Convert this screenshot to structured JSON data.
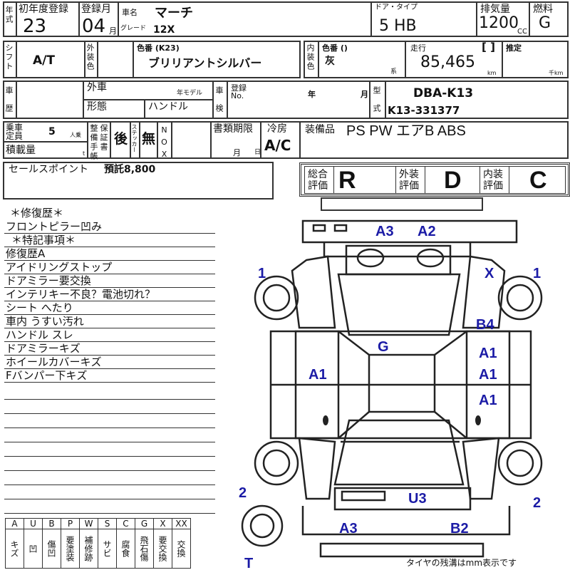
{
  "header": {
    "nenshiki_label": "年式",
    "first_reg_label": "初年度登録",
    "first_reg": "23",
    "reg_month_label": "登録月",
    "reg_month": "04",
    "month_unit": "月",
    "car_name_label": "車名",
    "car_name": "マーチ",
    "grade_label": "グレード",
    "grade": "12X",
    "door_label": "ドア・タイプ",
    "door": "5 HB",
    "displacement_label": "排気量",
    "displacement": "1200",
    "cc": "CC",
    "fuel_label": "燃料",
    "fuel": "G"
  },
  "row2": {
    "shift_label": "シフト",
    "shift": "A/T",
    "ext_color_label": "外装色",
    "color_code_label": "色番 (K23)",
    "color_name": "ブリリアントシルバー",
    "int_color_label": "内装色",
    "int_code_label": "色番 ()",
    "int_color": "灰",
    "int_suffix": "系",
    "mileage_label": "走行",
    "mileage_bracket": "[ ]",
    "mileage": "85,465",
    "km": "km",
    "estimate_label": "推定",
    "thousand_km": "千km"
  },
  "row3": {
    "history_label": "車歴",
    "import_label": "外車",
    "model_year": "年モデル",
    "form_label": "形態",
    "handle_label": "ハンドル",
    "inspection_label": "車検",
    "reg_no_label": "登録 No.",
    "year": "年",
    "month": "月",
    "model_label": "型式",
    "model_code": "DBA-K13",
    "chassis": "K13-331377"
  },
  "row4": {
    "capacity_label": "乗車定員",
    "capacity": "5",
    "persons": "人乗",
    "load_label": "積載量",
    "ton": "t",
    "manual_label": "整備手帳",
    "warranty_label": "保証書",
    "warranty": "後",
    "sticker_label": "ステッカー",
    "sticker": "無",
    "nox_label": "NOX",
    "docs_label": "書類期限",
    "docs_month": "月",
    "docs_day": "日",
    "ac_label": "冷房",
    "ac": "A/C",
    "equip_label": "装備品",
    "equipment": "PS PW エアB ABS"
  },
  "sales_point": {
    "label": "セールスポイント",
    "text": "預託8,800"
  },
  "grades": {
    "overall_label": "総合評価",
    "overall": "R",
    "exterior_label": "外装評価",
    "exterior": "D",
    "interior_label": "内装評価",
    "interior": "C"
  },
  "notes": [
    "＊修復歴＊",
    "フロントピラー凹み",
    "＊特記事項＊",
    "修復歴A",
    "アイドリングストップ",
    "ドアミラー要交換",
    "インテリキー不良？電池切れ？",
    "シート へたり",
    "車内 うすい汚れ",
    "ハンドル スレ",
    "ドアミラーキズ",
    "ホイールカバーキズ",
    "Fバンパー下キズ"
  ],
  "diagram_marks": {
    "front_a3": "A3",
    "front_a2": "A2",
    "fl_1": "1",
    "fr_x": "X",
    "fr_1": "1",
    "b4": "B4",
    "g": "G",
    "a1_left": "A1",
    "a1_r1": "A1",
    "a1_r2": "A1",
    "a1_r3": "A1",
    "rl_2": "2",
    "rr_2": "2",
    "u3": "U3",
    "rear_a3": "A3",
    "rear_b2": "B2",
    "t": "T"
  },
  "legend": {
    "codes": [
      "A",
      "U",
      "B",
      "P",
      "W",
      "S",
      "C",
      "G",
      "X",
      "XX"
    ],
    "meanings": [
      "キズ",
      "凹",
      "傷凹",
      "要塗装",
      "補修跡",
      "サビ",
      "腐食",
      "飛石傷",
      "要交換",
      "交換"
    ]
  },
  "footer": "タイヤの残溝はmm表示です",
  "colors": {
    "mark": "#1b1ba6",
    "line": "#333333"
  }
}
